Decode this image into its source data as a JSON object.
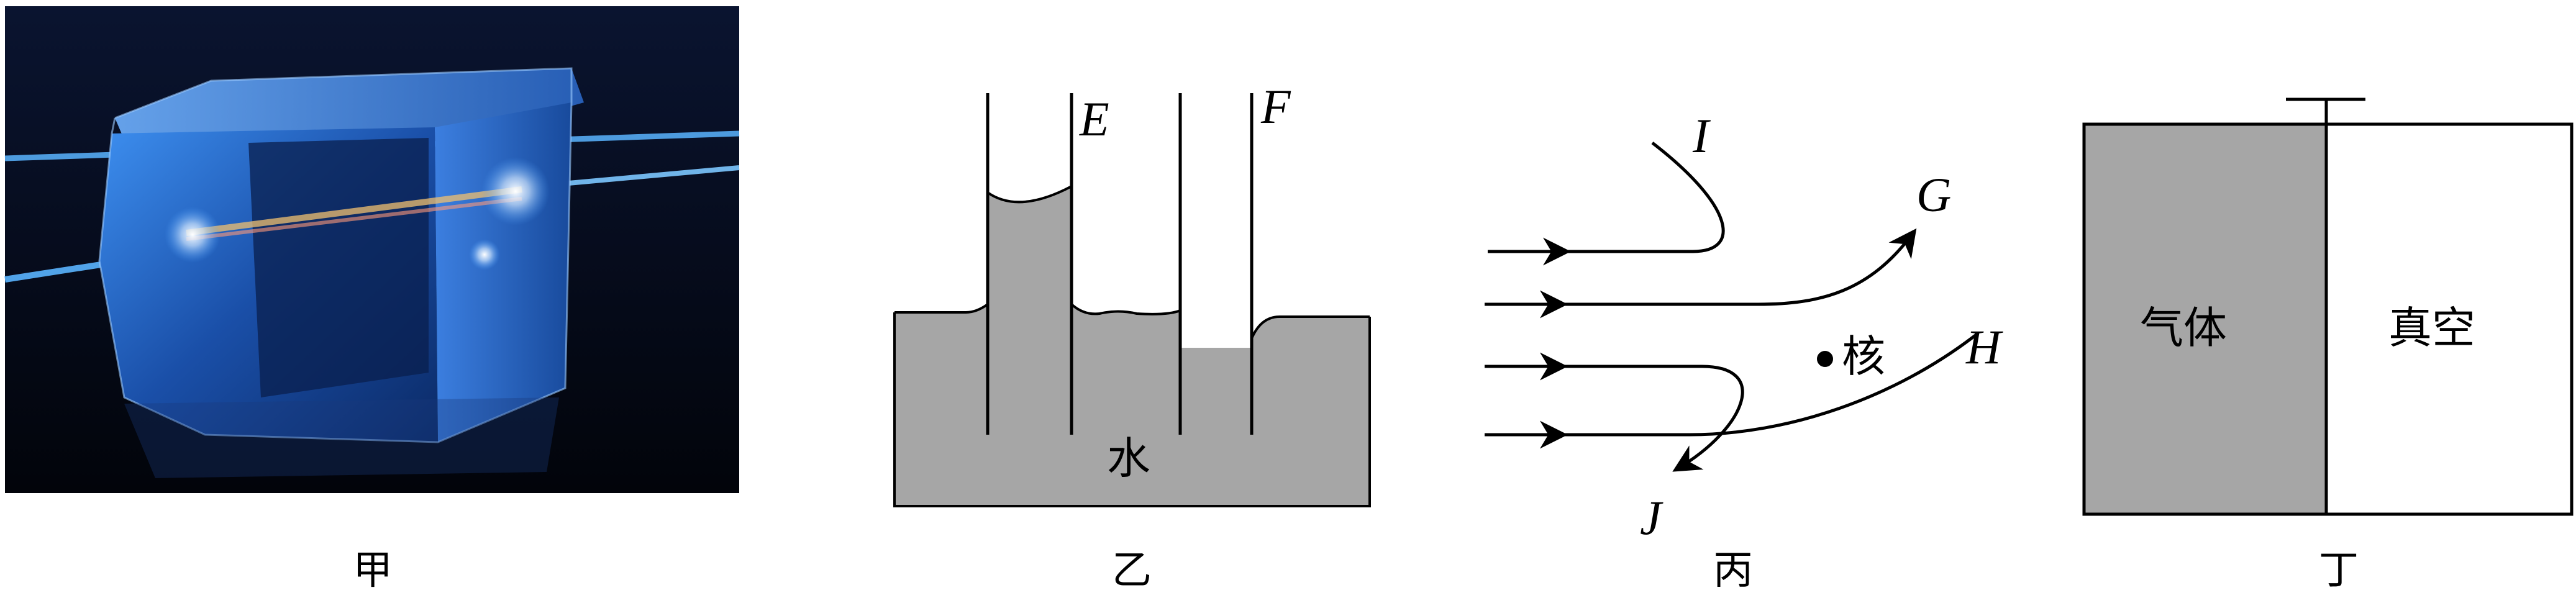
{
  "figure": {
    "panels": [
      {
        "id": "jia",
        "caption": "甲"
      },
      {
        "id": "yi",
        "caption": "乙"
      },
      {
        "id": "bing",
        "caption": "丙"
      },
      {
        "id": "ding",
        "caption": "丁"
      }
    ]
  },
  "yi": {
    "tube_left_label": "E",
    "tube_right_label": "F",
    "liquid_label": "水"
  },
  "bing": {
    "nucleus_label": "核",
    "path_labels": {
      "top": "I",
      "upper": "G",
      "right": "H",
      "lower": "J"
    }
  },
  "ding": {
    "left_chamber_label": "气体",
    "right_chamber_label": "真空"
  },
  "colors": {
    "gray_fill": "#a6a6a6",
    "line": "#000000",
    "crystal_blue": "#1f6fd6",
    "photo_bg": "#060a18"
  }
}
